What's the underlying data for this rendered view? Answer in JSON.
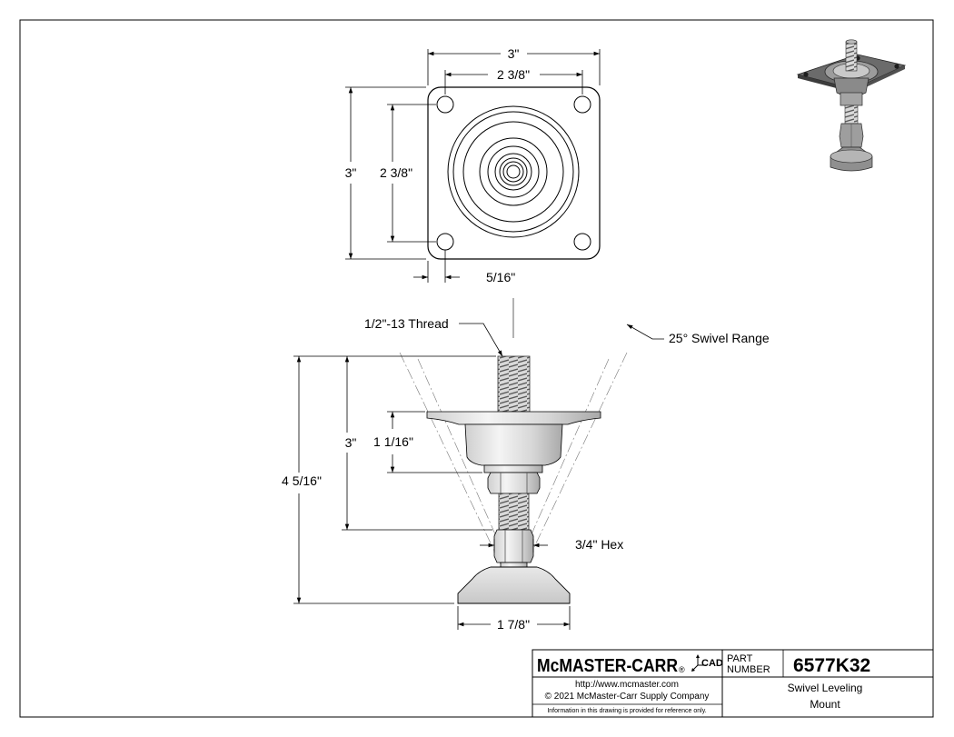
{
  "top_view": {
    "width_overall": "3\"",
    "width_holes": "2 3/8\"",
    "height_overall": "3\"",
    "height_holes": "2 3/8\"",
    "hole_spacing": "5/16\""
  },
  "side_view": {
    "thread": "1/2\"-13 Thread",
    "swivel_range": "25° Swivel Range",
    "overall_height": "4 5/16\"",
    "stud_height": "3\"",
    "housing_height": "1 1/16\"",
    "hex": "3/4\" Hex",
    "base_diameter": "1 7/8\""
  },
  "title_block": {
    "brand": "McMASTER-CARR",
    "registered": "®",
    "cad_label": "CAD",
    "part_label_line1": "PART",
    "part_label_line2": "NUMBER",
    "part_number": "6577K32",
    "url": "http://www.mcmaster.com",
    "copyright": "© 2021 McMaster-Carr Supply Company",
    "disclaimer": "Information in this drawing is provided for reference only.",
    "description_line1": "Swivel Leveling",
    "description_line2": "Mount"
  },
  "colors": {
    "line": "#000000",
    "metal_light": "#e6e6e6",
    "metal_mid": "#bdbdbd",
    "metal_dark": "#7a7a7a",
    "thread_dark": "#6e6e6e"
  }
}
